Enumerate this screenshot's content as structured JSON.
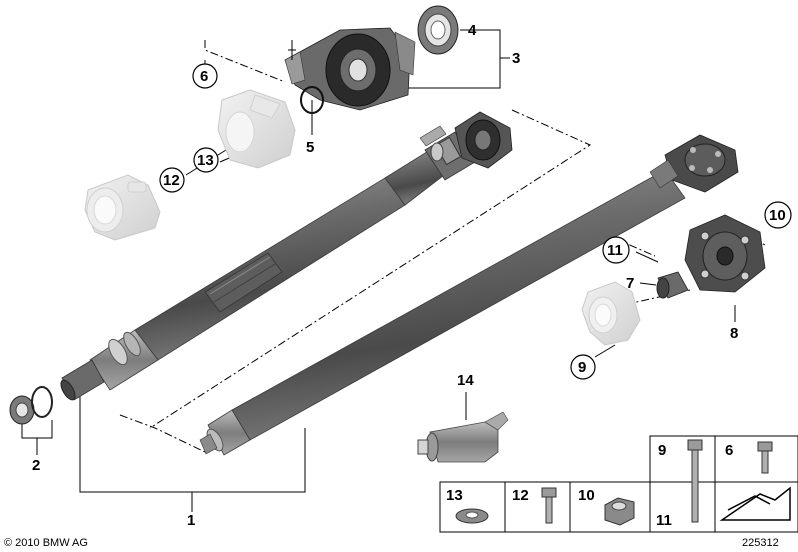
{
  "copyright": "© 2010 BMW AG",
  "diagram_id": "225312",
  "labels": {
    "n1": "1",
    "n2": "2",
    "n3": "3",
    "n4": "4",
    "n5": "5",
    "n6": "6",
    "n7": "7",
    "n8": "8",
    "n9": "9",
    "n10": "10",
    "n11": "11",
    "n12": "12",
    "n13": "13",
    "n14": "14"
  },
  "parts_box": {
    "bottom": [
      "13",
      "12",
      "10",
      "11"
    ],
    "top": [
      "9",
      "6"
    ]
  }
}
